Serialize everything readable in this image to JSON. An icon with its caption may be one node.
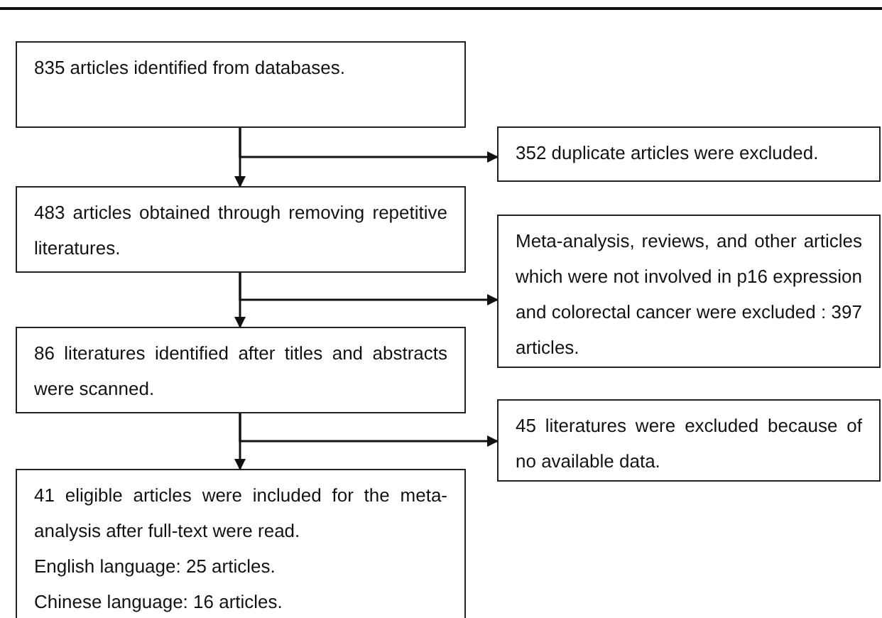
{
  "diagram": {
    "nodes": [
      {
        "text": [
          "835 articles identified from databases."
        ]
      },
      {
        "text": [
          "352 duplicate articles were excluded."
        ]
      },
      {
        "text": [
          "483 articles obtained through removing repetitive literatures."
        ]
      },
      {
        "text": [
          "Meta-analysis, reviews, and other articles which were not involved in p16 expression and colorectal cancer were excluded : 397 articles."
        ]
      },
      {
        "text": [
          "86 literatures identified after titles and abstracts were scanned."
        ]
      },
      {
        "text": [
          "45 literatures were excluded because of no available data."
        ]
      },
      {
        "text": [
          "41 eligible articles were included for the meta-analysis after full-text were read.",
          "English language: 25 articles.",
          "Chinese language: 16 articles."
        ]
      }
    ],
    "edges": [
      {
        "from": 0,
        "to": 2,
        "arrow": "to"
      },
      {
        "from": 0,
        "to": 1,
        "arrow": "to"
      },
      {
        "from": 2,
        "to": 4,
        "arrow": "to"
      },
      {
        "from": 2,
        "to": 3,
        "arrow": "to"
      },
      {
        "from": 4,
        "to": 6,
        "arrow": "to"
      },
      {
        "from": 4,
        "to": 5,
        "arrow": "to"
      }
    ]
  }
}
